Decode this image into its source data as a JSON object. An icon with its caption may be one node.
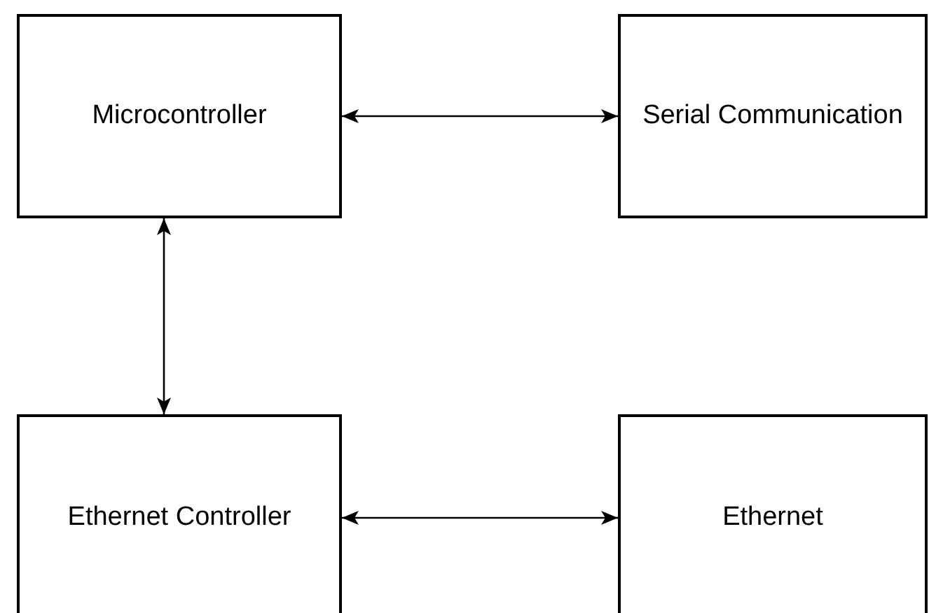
{
  "diagram": {
    "nodes": [
      {
        "text": [
          "Microcontroller"
        ]
      },
      {
        "text": [
          "Serial Communication"
        ]
      },
      {
        "text": [
          "Ethernet Controller"
        ]
      },
      {
        "text": [
          "Ethernet"
        ]
      }
    ],
    "edges": [
      {
        "from": 0,
        "to": 1,
        "arrow": "both"
      },
      {
        "from": 0,
        "to": 2,
        "arrow": "both"
      },
      {
        "from": 2,
        "to": 3,
        "arrow": "both"
      }
    ]
  }
}
